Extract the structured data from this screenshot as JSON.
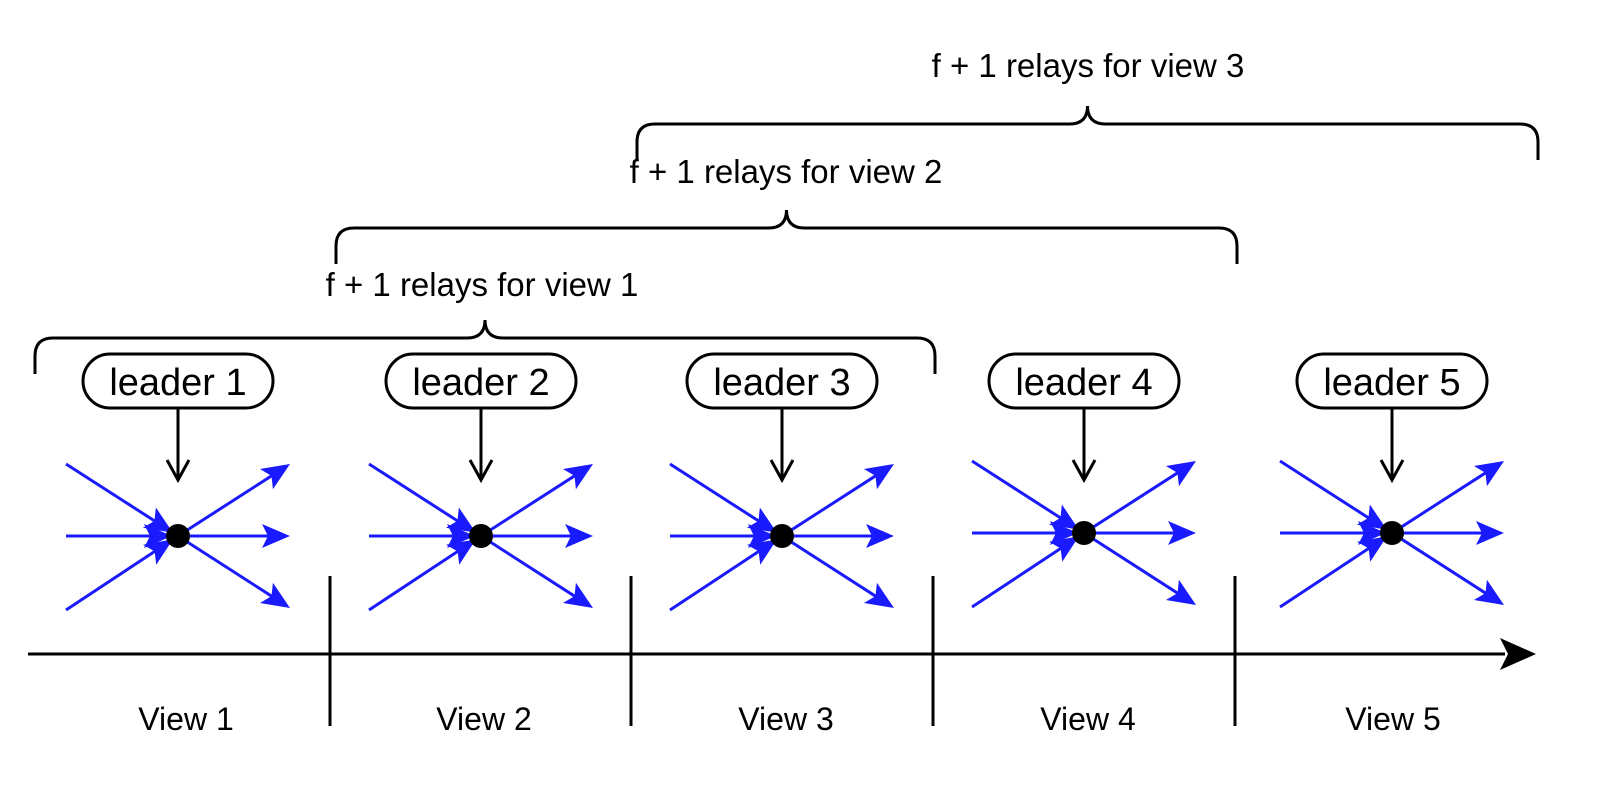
{
  "colors": {
    "message_arrow": "#1a1aff",
    "ink": "#000000",
    "background": "#ffffff"
  },
  "relays": [
    {
      "label": "f + 1 relays for view 1"
    },
    {
      "label": "f + 1 relays for view 2"
    },
    {
      "label": "f + 1 relays for view 3"
    }
  ],
  "views": [
    {
      "leader": "leader 1",
      "label": "View 1"
    },
    {
      "leader": "leader 2",
      "label": "View 2"
    },
    {
      "leader": "leader 3",
      "label": "View 3"
    },
    {
      "leader": "leader 4",
      "label": "View 4"
    },
    {
      "leader": "leader 5",
      "label": "View 5"
    }
  ]
}
